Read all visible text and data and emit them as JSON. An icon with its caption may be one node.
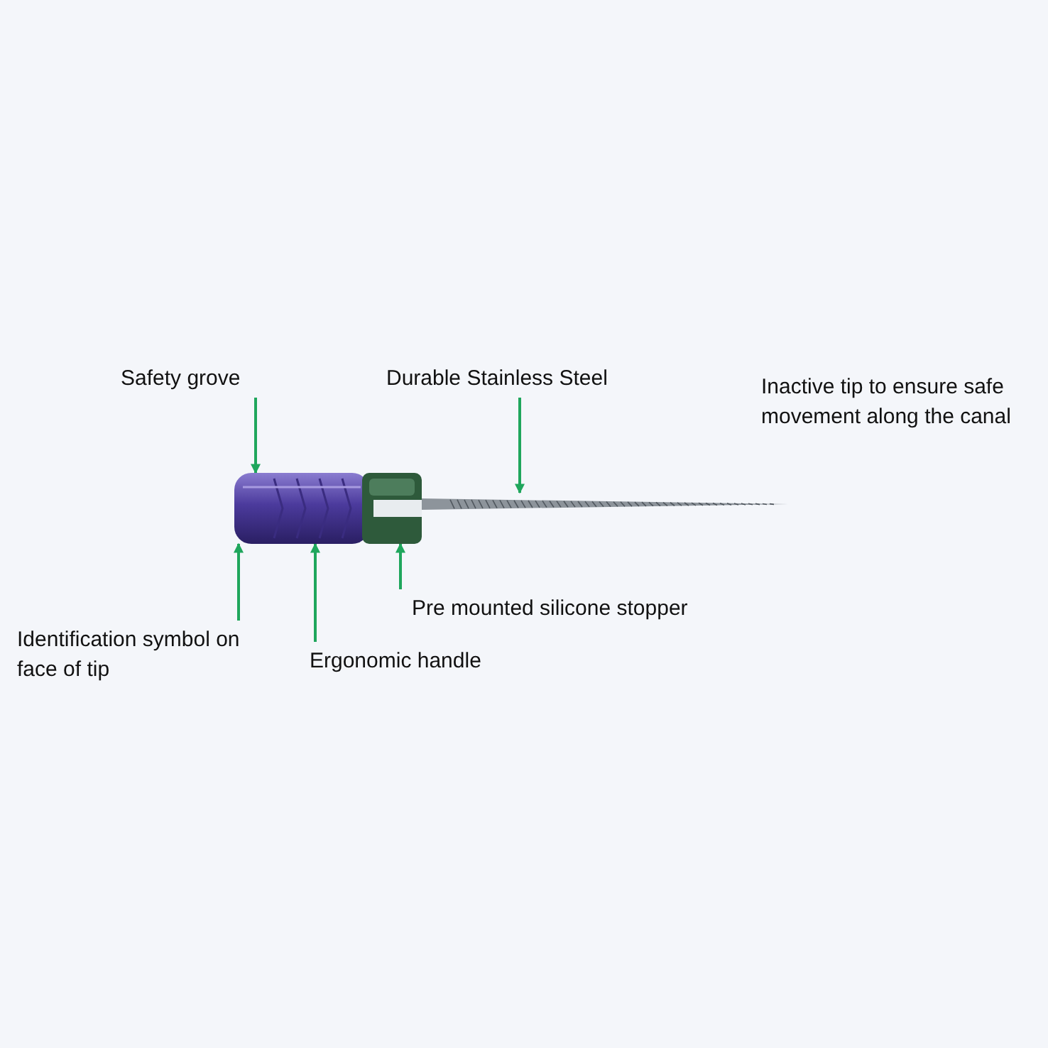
{
  "diagram": {
    "nodes": [
      {
        "text": [
          "Safety grove"
        ]
      },
      {
        "text": [
          "Durable Stainless Steel"
        ]
      },
      {
        "text": [
          "Identification symbol on face of tip"
        ]
      },
      {
        "text": [
          "Ergonomic handle"
        ]
      },
      {
        "text": [
          "Pre mounted silicone stopper"
        ]
      },
      {
        "text": [],
        "shape": "picture"
      },
      {
        "text": [],
        "shape": "picture"
      },
      {
        "text": [],
        "shape": "picture"
      }
    ],
    "edges": [
      {
        "from": 0,
        "to": 5,
        "arrow": "to"
      },
      {
        "from": 1,
        "to": 7,
        "arrow": "to"
      },
      {
        "from": 2,
        "to": 5,
        "arrow": "to"
      },
      {
        "from": 3,
        "to": 5,
        "arrow": "to"
      },
      {
        "from": 4,
        "to": 6,
        "arrow": "to"
      }
    ],
    "labels": [
      "Inactive tip to ensure safe movement along the canal"
    ]
  }
}
